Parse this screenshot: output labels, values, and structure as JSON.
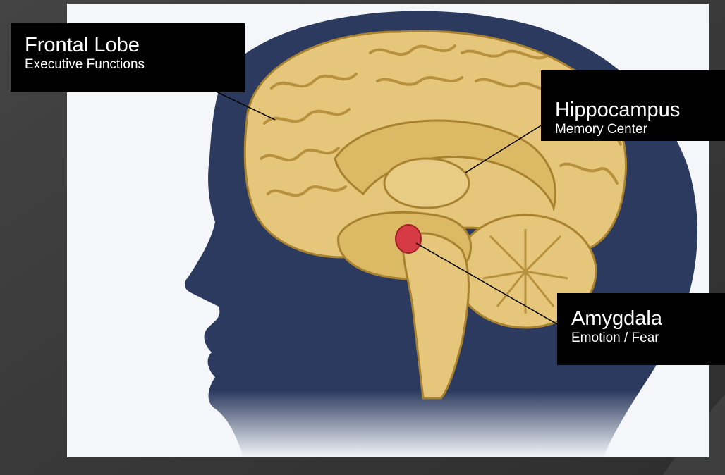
{
  "labels": {
    "frontal": {
      "title": "Frontal Lobe",
      "subtitle": "Executive Functions"
    },
    "hippocampus": {
      "title": "Hippocampus",
      "subtitle": "Memory Center"
    },
    "amygdala": {
      "title": "Amygdala",
      "subtitle": "Emotion / Fear"
    }
  },
  "colors": {
    "slide_background": "#3a3a3a",
    "figure_background": "#f4f6fa",
    "head_silhouette": "#2b3a5e",
    "brain": "#e6c67a",
    "brain_folds": "#b8913e",
    "amygdala": "#d63a45",
    "callout_background": "#000000",
    "callout_text": "#ffffff"
  }
}
